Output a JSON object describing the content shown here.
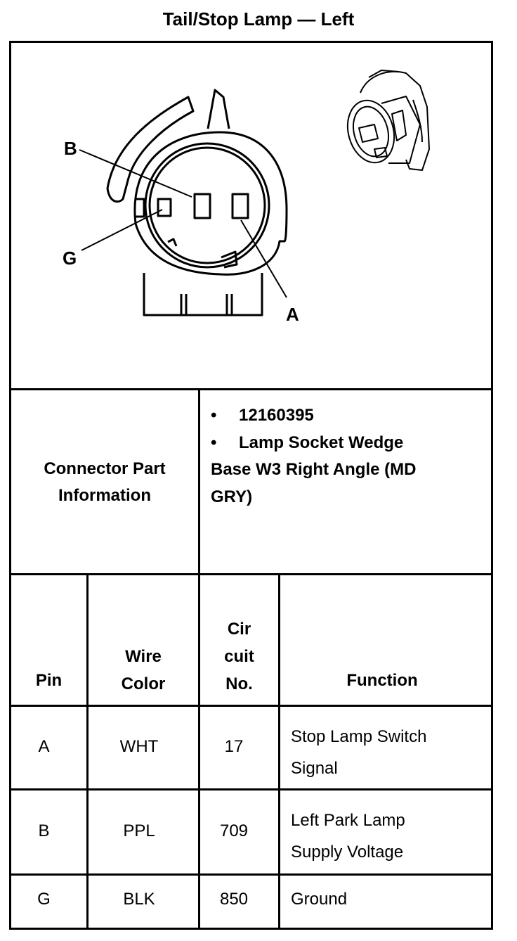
{
  "title": "Tail/Stop Lamp — Left",
  "diagram": {
    "pin_labels": [
      "B",
      "G",
      "A"
    ]
  },
  "connector_info": {
    "label_line1": "Connector Part",
    "label_line2": "Information",
    "part_number": "12160395",
    "description_line1": "Lamp Socket Wedge",
    "description_line2": "Base W3 Right Angle (MD",
    "description_line3": "GRY)"
  },
  "table": {
    "headers": {
      "pin": "Pin",
      "wire_color_1": "Wire",
      "wire_color_2": "Color",
      "circuit_1": "Cir",
      "circuit_2": "cuit",
      "circuit_3": "No.",
      "function": "Function"
    },
    "rows": [
      {
        "pin": "A",
        "color": "WHT",
        "circuit": "17",
        "function_1": "Stop Lamp Switch",
        "function_2": "Signal"
      },
      {
        "pin": "B",
        "color": "PPL",
        "circuit": "709",
        "function_1": "Left Park Lamp",
        "function_2": "Supply Voltage"
      },
      {
        "pin": "G",
        "color": "BLK",
        "circuit": "850",
        "function_1": "Ground",
        "function_2": ""
      }
    ]
  }
}
